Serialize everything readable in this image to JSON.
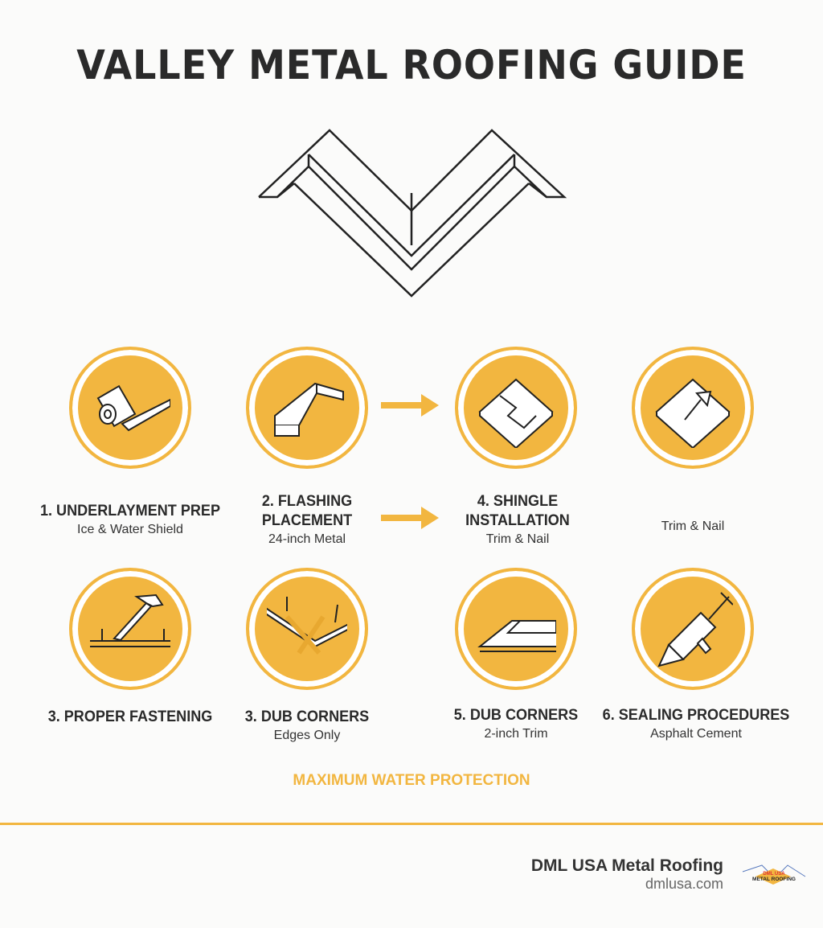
{
  "title": "VALLEY METAL ROOFING GUIDE",
  "accent_color": "#F2B640",
  "steps": [
    {
      "title": "1. UNDERLAYMENT PREP",
      "subtitle": "Ice & Water Shield",
      "icon": "roll-icon"
    },
    {
      "title": "2. FLASHING PLACEMENT",
      "subtitle": "24-inch Metal",
      "icon": "flashing-icon"
    },
    {
      "title": "4. SHINGLE INSTALLATION",
      "subtitle": "Trim & Nail",
      "icon": "shingle-icon"
    },
    {
      "title": "",
      "subtitle": "Trim & Nail",
      "icon": "shingle-arrow-icon"
    },
    {
      "title": "3. PROPER FASTENING",
      "subtitle": "",
      "icon": "hammer-icon"
    },
    {
      "title": "3. DUB CORNERS",
      "subtitle": "Edges Only",
      "icon": "corner-cut-icon"
    },
    {
      "title": "5. DUB CORNERS",
      "subtitle": "2-inch Trim",
      "icon": "trim-icon"
    },
    {
      "title": "6. SEALING PROCEDURES",
      "subtitle": "Asphalt Cement",
      "icon": "caulk-gun-icon"
    }
  ],
  "tagline": "MAXIMUM WATER PROTECTION",
  "footer": {
    "brand": "DML USA Metal Roofing",
    "url": "dmlusa.com",
    "logo_text": "DML USA METAL ROOFING"
  }
}
